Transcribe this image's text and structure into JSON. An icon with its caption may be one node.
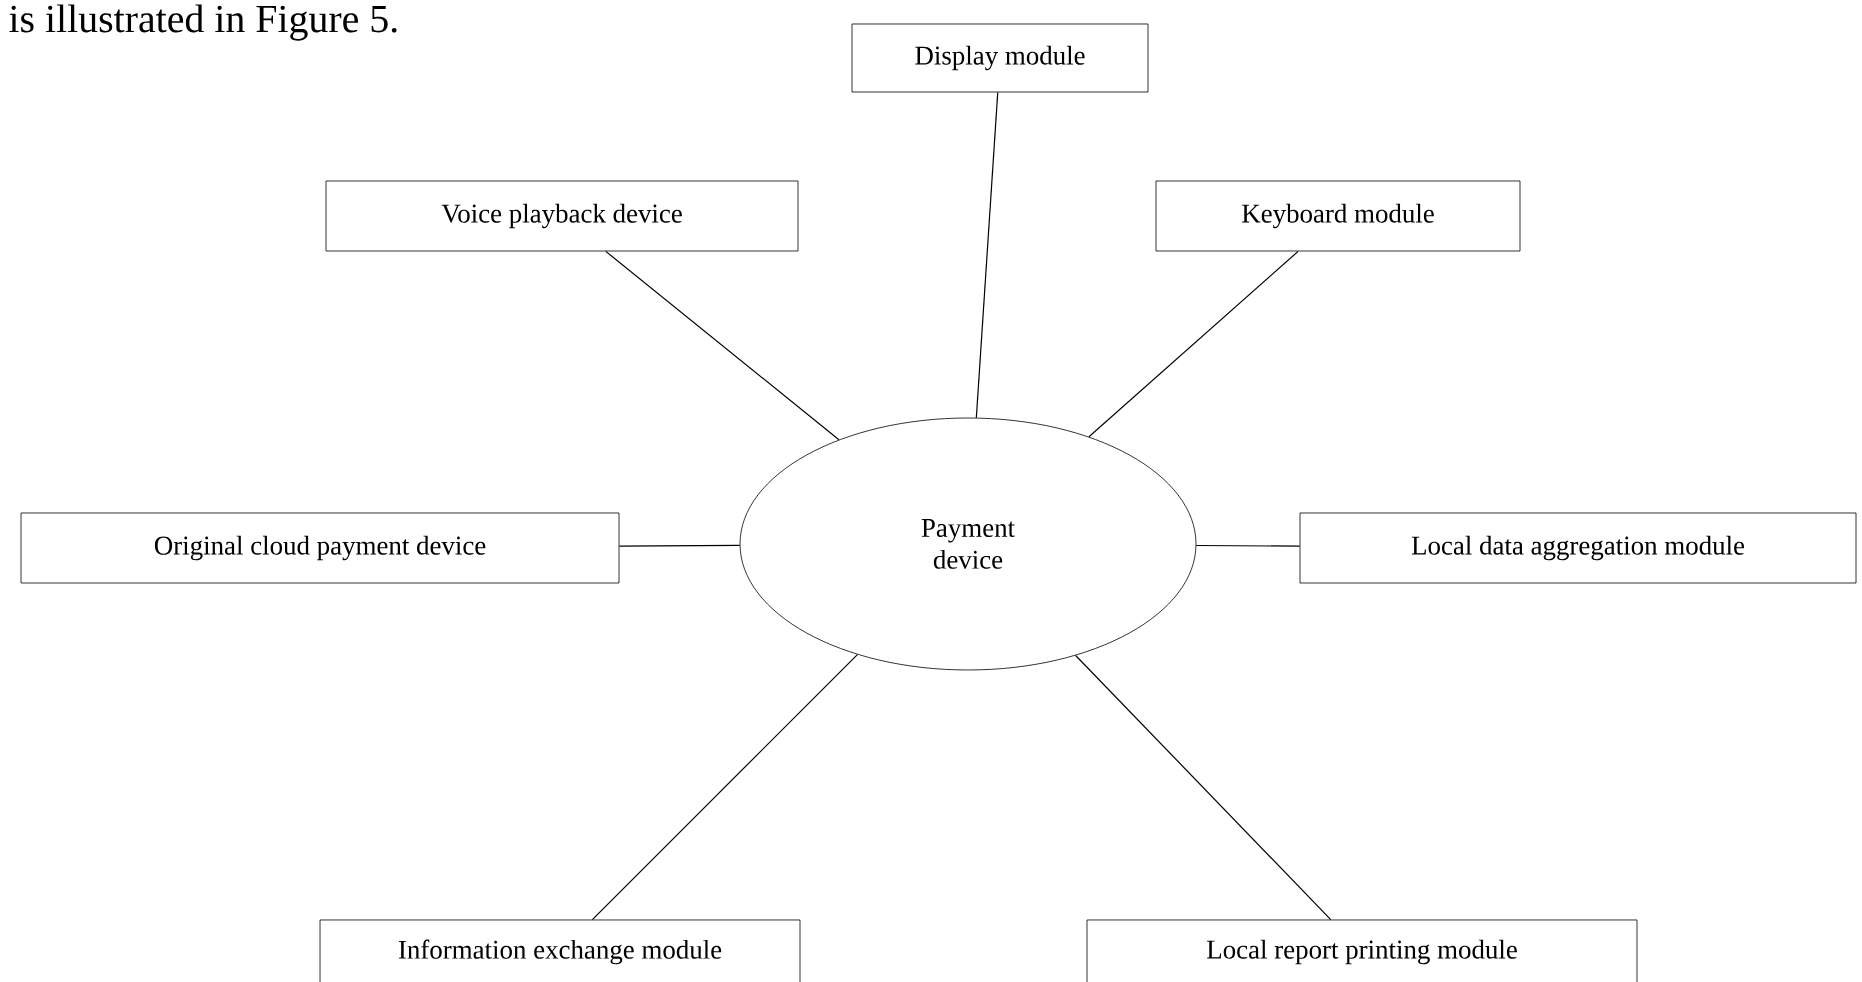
{
  "diagram": {
    "nodes": [
      {
        "text": [
          "Payment device"
        ]
      },
      {
        "text": [
          "Display module"
        ]
      },
      {
        "text": [
          "Voice playback device"
        ]
      },
      {
        "text": [
          "Keyboard module"
        ]
      },
      {
        "text": [
          "Original cloud payment device"
        ]
      },
      {
        "text": [
          "Local data aggregation module"
        ]
      },
      {
        "text": [
          "Information exchange module"
        ]
      },
      {
        "text": [
          "Local report printing module"
        ]
      }
    ],
    "edges": [
      {
        "from": 0,
        "to": 1,
        "arrow": "none"
      },
      {
        "from": 0,
        "to": 2,
        "arrow": "none"
      },
      {
        "from": 0,
        "to": 3,
        "arrow": "none"
      },
      {
        "from": 0,
        "to": 4,
        "arrow": "none"
      },
      {
        "from": 0,
        "to": 5,
        "arrow": "none"
      },
      {
        "from": 0,
        "to": 6,
        "arrow": "none"
      },
      {
        "from": 0,
        "to": 7,
        "arrow": "none"
      }
    ],
    "labels": [
      "is illustrated in Figure 5."
    ]
  }
}
